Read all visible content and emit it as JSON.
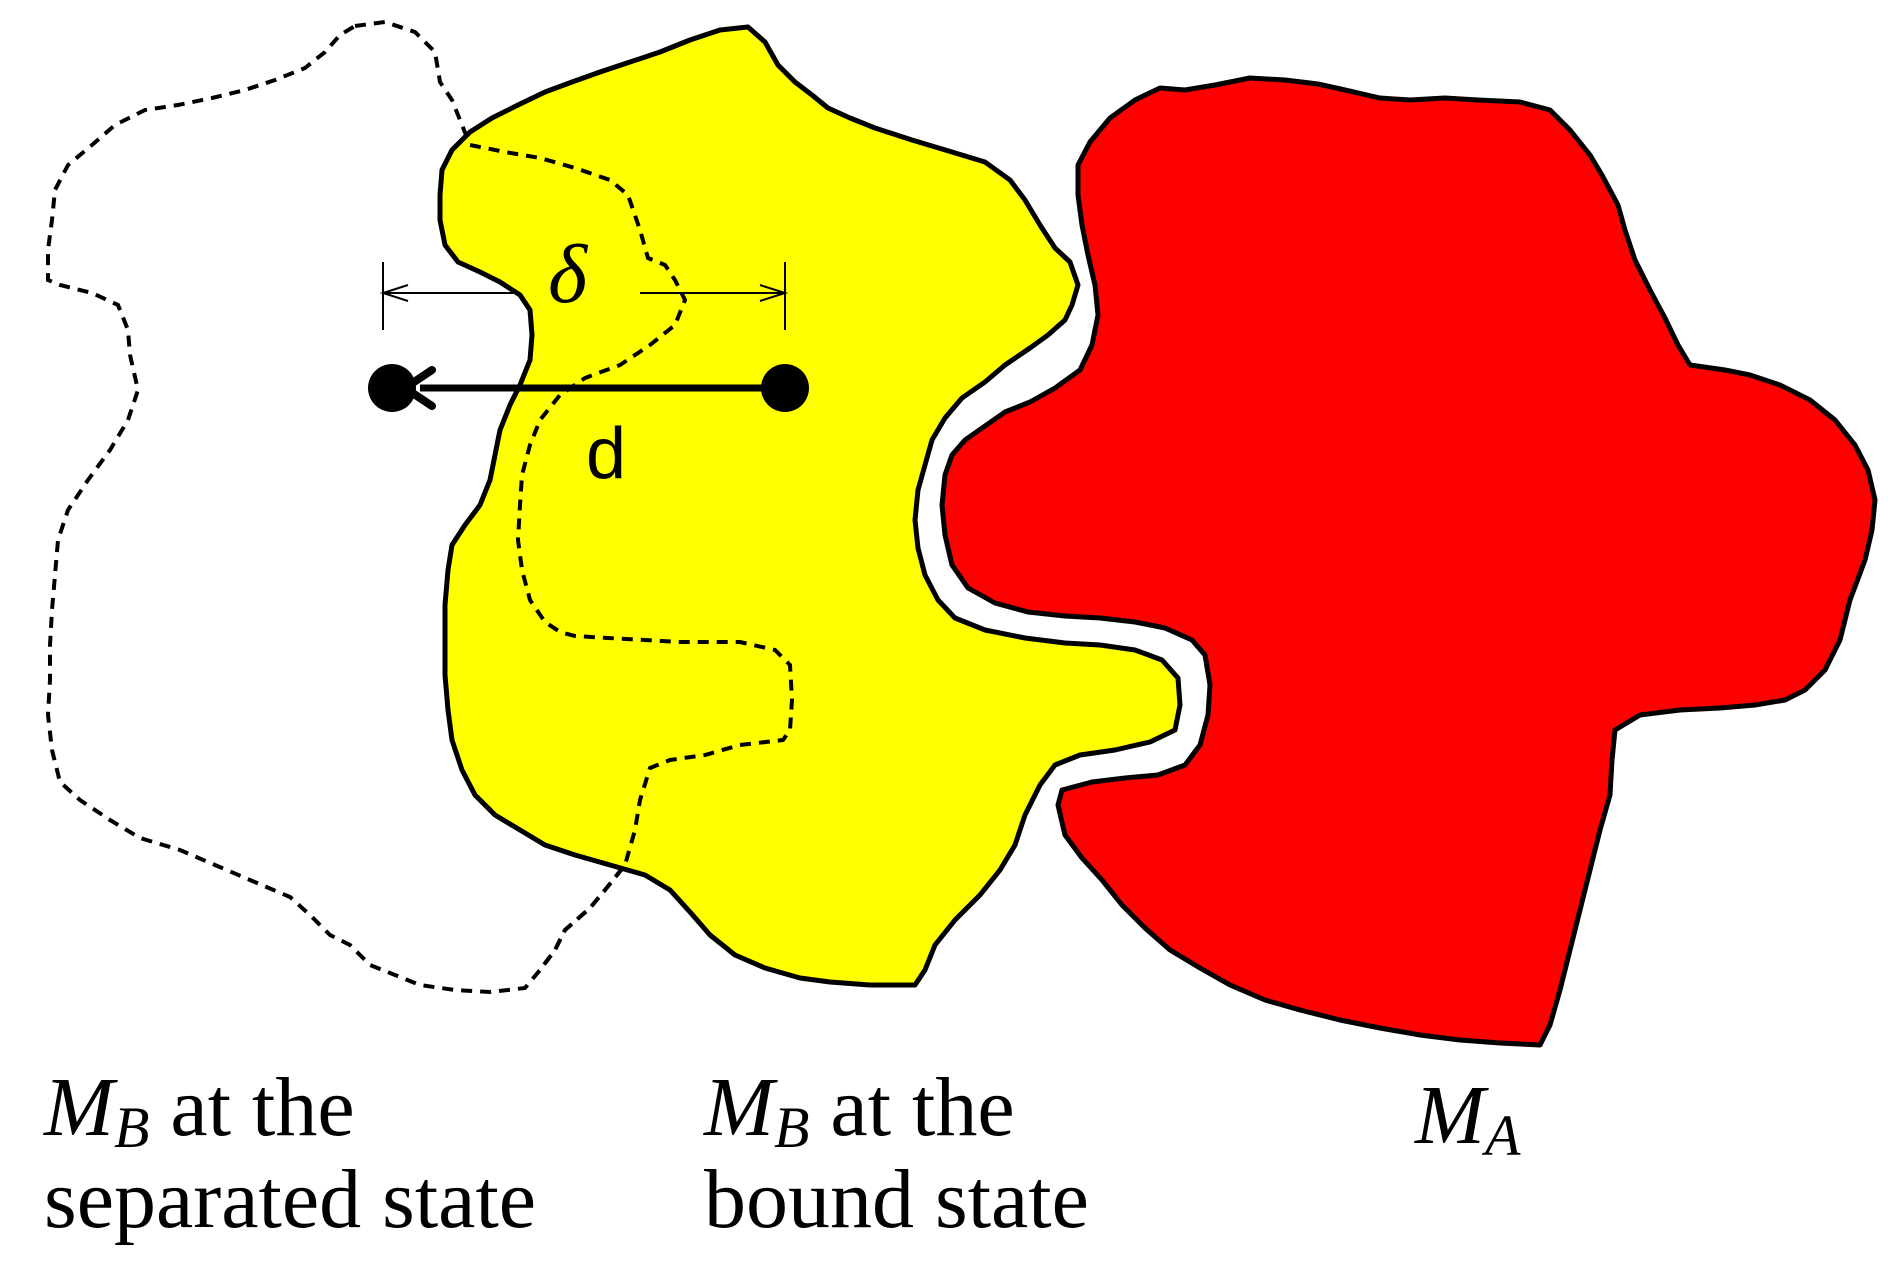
{
  "labels": {
    "delta": "δ",
    "d": "d"
  },
  "captions": {
    "separated": {
      "symbol": "M",
      "subscript": "B",
      "line1_rest": " at the",
      "line2": "separated state"
    },
    "bound": {
      "symbol": "M",
      "subscript": "B",
      "line1_rest": " at the",
      "line2": "bound state"
    },
    "molecule_a": {
      "symbol": "M",
      "subscript": "A"
    }
  },
  "colors": {
    "molecule_b_bound": "#ffff00",
    "molecule_a": "#ff0000",
    "outline": "#000000",
    "background": "#ffffff"
  }
}
